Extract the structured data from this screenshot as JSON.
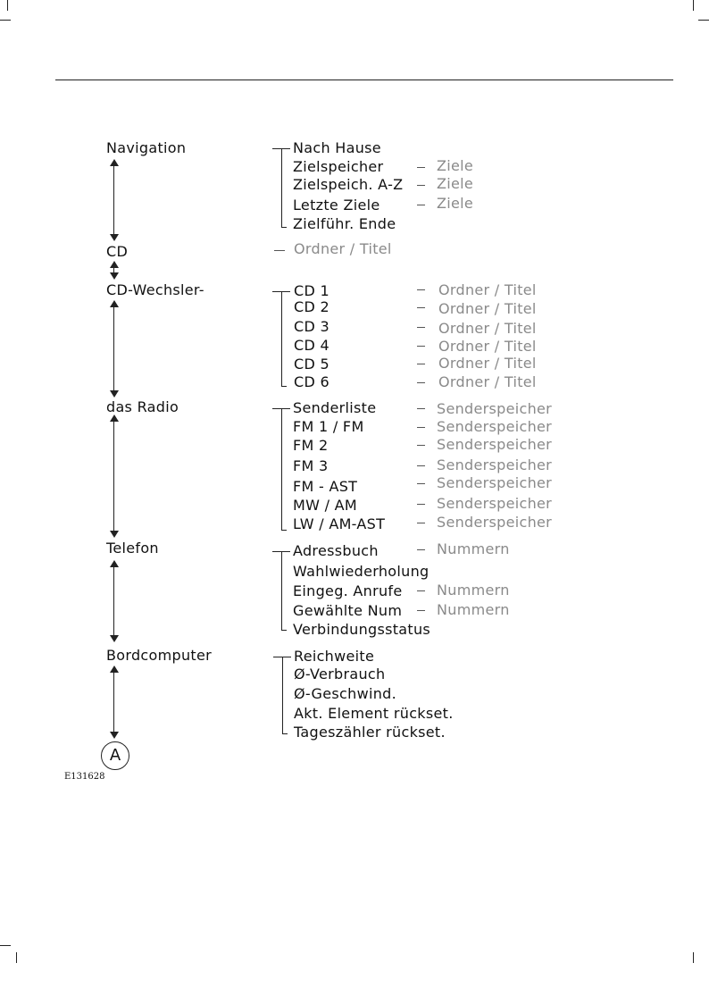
{
  "figure_code": "E131628",
  "badge": "A",
  "menu": [
    {
      "label": "Navigation",
      "items": [
        {
          "label": "Nach Hause",
          "sub": ""
        },
        {
          "label": "Zielspeicher",
          "sub": "Ziele"
        },
        {
          "label": "Zielspeich. A-Z",
          "sub": "Ziele"
        },
        {
          "label": "Letzte Ziele",
          "sub": "Ziele"
        },
        {
          "label": "Zielführ. Ende",
          "sub": ""
        }
      ]
    },
    {
      "label": "CD",
      "items": [],
      "sub": "Ordner / Titel"
    },
    {
      "label": "CD-Wechsler-",
      "items": [
        {
          "label": "CD 1",
          "sub": "Ordner / Titel"
        },
        {
          "label": "CD 2",
          "sub": "Ordner / Titel"
        },
        {
          "label": "CD 3",
          "sub": "Ordner / Titel"
        },
        {
          "label": "CD 4",
          "sub": "Ordner / Titel"
        },
        {
          "label": "CD 5",
          "sub": "Ordner / Titel"
        },
        {
          "label": "CD 6",
          "sub": "Ordner / Titel"
        }
      ]
    },
    {
      "label": "das Radio",
      "items": [
        {
          "label": "Senderliste",
          "sub": "Senderspeicher"
        },
        {
          "label": "FM 1 / FM",
          "sub": "Senderspeicher"
        },
        {
          "label": "FM 2",
          "sub": "Senderspeicher"
        },
        {
          "label": "FM 3",
          "sub": "Senderspeicher"
        },
        {
          "label": "FM - AST",
          "sub": "Senderspeicher"
        },
        {
          "label": "MW / AM",
          "sub": "Senderspeicher"
        },
        {
          "label": "LW / AM-AST",
          "sub": "Senderspeicher"
        }
      ]
    },
    {
      "label": "Telefon",
      "items": [
        {
          "label": "Adressbuch",
          "sub": "Nummern"
        },
        {
          "label": "Wahlwiederholung",
          "sub": ""
        },
        {
          "label": "Eingeg. Anrufe",
          "sub": "Nummern"
        },
        {
          "label": "Gewählte Num",
          "sub": "Nummern"
        },
        {
          "label": "Verbindungsstatus",
          "sub": ""
        }
      ]
    },
    {
      "label": "Bordcomputer",
      "items": [
        {
          "label": "Reichweite",
          "sub": ""
        },
        {
          "label": "Ø-Verbrauch",
          "sub": ""
        },
        {
          "label": "Ø-Geschwind.",
          "sub": ""
        },
        {
          "label": "Akt. Element rückset.",
          "sub": ""
        },
        {
          "label": "Tageszähler rückset.",
          "sub": ""
        }
      ]
    }
  ]
}
